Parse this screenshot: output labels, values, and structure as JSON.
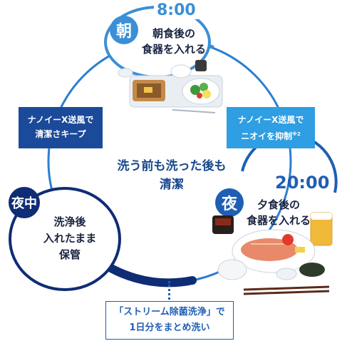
{
  "morning": {
    "badge": "朝",
    "time": "8:00",
    "label_line1": "朝食後の",
    "label_line2": "食器を入れる"
  },
  "evening": {
    "badge": "夜",
    "time": "20:00",
    "label_line1": "夕食後の",
    "label_line2": "食器を入れる"
  },
  "night": {
    "badge": "夜中",
    "label_line1": "洗浄後",
    "label_line2": "入れたまま",
    "label_line3": "保管"
  },
  "left_box": {
    "line1": "ナノイーX送風で",
    "line2": "清潔さキープ"
  },
  "right_box": {
    "line1": "ナノイーX送風で",
    "line2": "ニオイを抑制",
    "note": "※2"
  },
  "center": {
    "line1": "洗う前も洗った後も",
    "line2": "清潔"
  },
  "bottom_box": {
    "line1": "「ストリーム除菌洗浄」で",
    "line2": "1日分をまとめ洗い"
  },
  "colors": {
    "morning_blue": "#3b8fd6",
    "evening_blue": "#1f5fb3",
    "night_navy": "#0f2d74",
    "box_left": "#1b4a9a",
    "box_right": "#2f9ee2"
  }
}
